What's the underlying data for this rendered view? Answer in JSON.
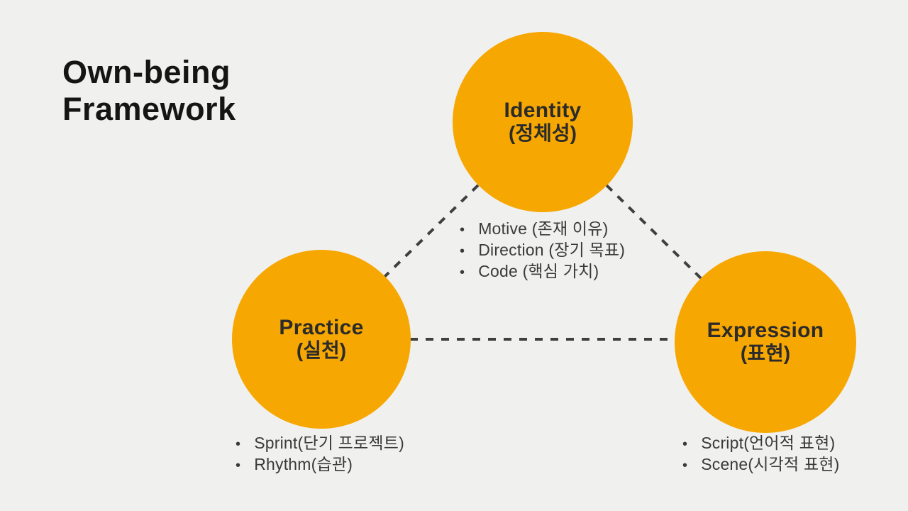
{
  "page": {
    "title_line1": "Own-being",
    "title_line2": "Framework",
    "background_color": "#F0F0EE",
    "accent_color": "#F7A701",
    "dash_color": "#3F3F3F"
  },
  "nodes": [
    {
      "id": "identity",
      "label_en": "Identity",
      "label_ko": "(정체성)",
      "bullets": [
        "Motive (존재 이유)",
        "Direction (장기 목표)",
        "Code (핵심 가치)"
      ]
    },
    {
      "id": "practice",
      "label_en": "Practice",
      "label_ko": "(실천)",
      "bullets": [
        "Sprint(단기 프로젝트)",
        "Rhythm(습관)"
      ]
    },
    {
      "id": "expression",
      "label_en": "Expression",
      "label_ko": "(표현)",
      "bullets": [
        "Script(언어적 표현)",
        "Scene(시각적 표현)"
      ]
    }
  ]
}
